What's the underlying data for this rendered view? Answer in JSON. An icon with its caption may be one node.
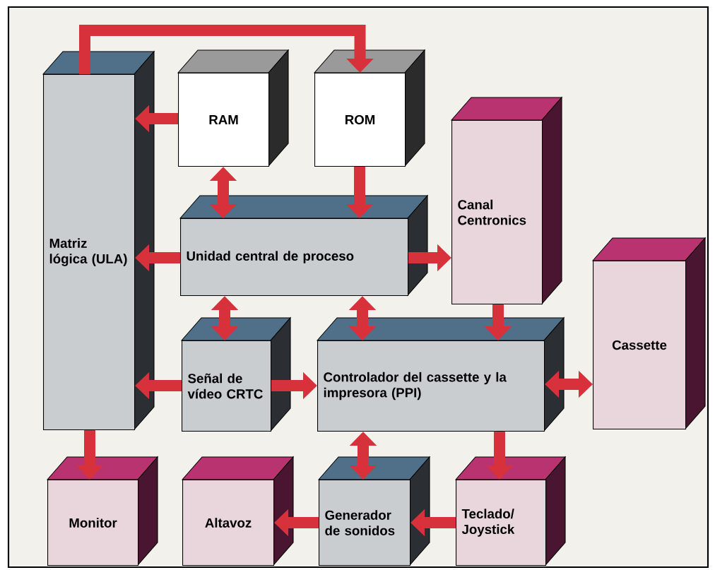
{
  "diagram": {
    "nodes": [
      {
        "text": [
          "Matriz lógica (ULA)"
        ]
      },
      {
        "text": [
          "RAM"
        ]
      },
      {
        "text": [
          "ROM"
        ]
      },
      {
        "text": [
          "Canal Centronics"
        ]
      },
      {
        "text": [
          "Unidad central de proceso"
        ]
      },
      {
        "text": [
          "Cassette"
        ]
      },
      {
        "text": [
          "Señal de vídeo CRTC"
        ]
      },
      {
        "text": [
          "Controlador del cassette y la impresora (PPI)"
        ]
      },
      {
        "text": [
          "Monitor"
        ]
      },
      {
        "text": [
          "Altavoz"
        ]
      },
      {
        "text": [
          "Generador de sonidos"
        ]
      },
      {
        "text": [
          "Teclado/Joystick"
        ]
      }
    ],
    "edges": [
      {
        "from": 0,
        "to": 2,
        "arrow": "to"
      },
      {
        "from": 1,
        "to": 0,
        "arrow": "to"
      },
      {
        "from": 1,
        "to": 4,
        "arrow": "both"
      },
      {
        "from": 2,
        "to": 4,
        "arrow": "to"
      },
      {
        "from": 4,
        "to": 0,
        "arrow": "to"
      },
      {
        "from": 4,
        "to": 3,
        "arrow": "to"
      },
      {
        "from": 4,
        "to": 6,
        "arrow": "both"
      },
      {
        "from": 4,
        "to": 7,
        "arrow": "both"
      },
      {
        "from": 3,
        "to": 7,
        "arrow": "to"
      },
      {
        "from": 6,
        "to": 0,
        "arrow": "to"
      },
      {
        "from": 6,
        "to": 7,
        "arrow": "to"
      },
      {
        "from": 7,
        "to": 5,
        "arrow": "both"
      },
      {
        "from": 0,
        "to": 8,
        "arrow": "to"
      },
      {
        "from": 7,
        "to": 10,
        "arrow": "both"
      },
      {
        "from": 7,
        "to": 11,
        "arrow": "to"
      },
      {
        "from": 11,
        "to": 10,
        "arrow": "to"
      },
      {
        "from": 10,
        "to": 9,
        "arrow": "to"
      }
    ]
  }
}
